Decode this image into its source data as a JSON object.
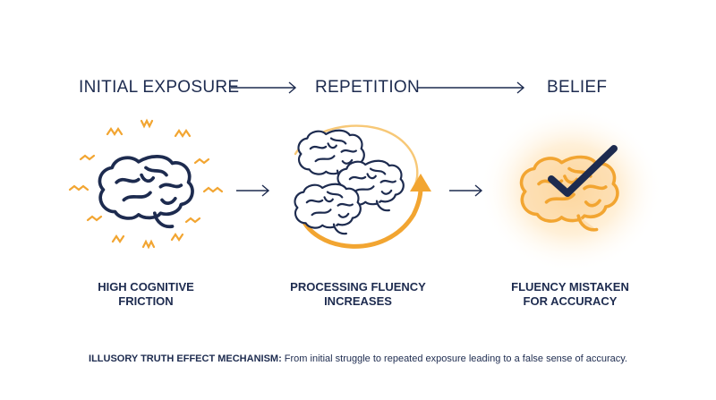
{
  "stages": [
    {
      "title": "INITIAL EXPOSURE",
      "caption_lines": [
        "HIGH COGNITIVE",
        "FRICTION"
      ]
    },
    {
      "title": "REPETITION",
      "caption_lines": [
        "PROCESSING FLUENCY",
        "INCREASES"
      ]
    },
    {
      "title": "BELIEF",
      "caption_lines": [
        "FLUENCY MISTAKEN",
        "FOR ACCURACY"
      ]
    }
  ],
  "footer": {
    "label": "ILLUSORY TRUTH EFFECT MECHANISM:",
    "text": " From initial struggle to repeated exposure leading to a false sense of accuracy."
  },
  "colors": {
    "navy": "#1d2b4f",
    "orange": "#f2a531",
    "orange_light": "#f7c877",
    "glow": "#ffe2b0"
  },
  "icons": [
    "brain-icon",
    "squiggle-icon",
    "cycle-arrow-icon",
    "checkmark-icon",
    "arrow-icon"
  ]
}
